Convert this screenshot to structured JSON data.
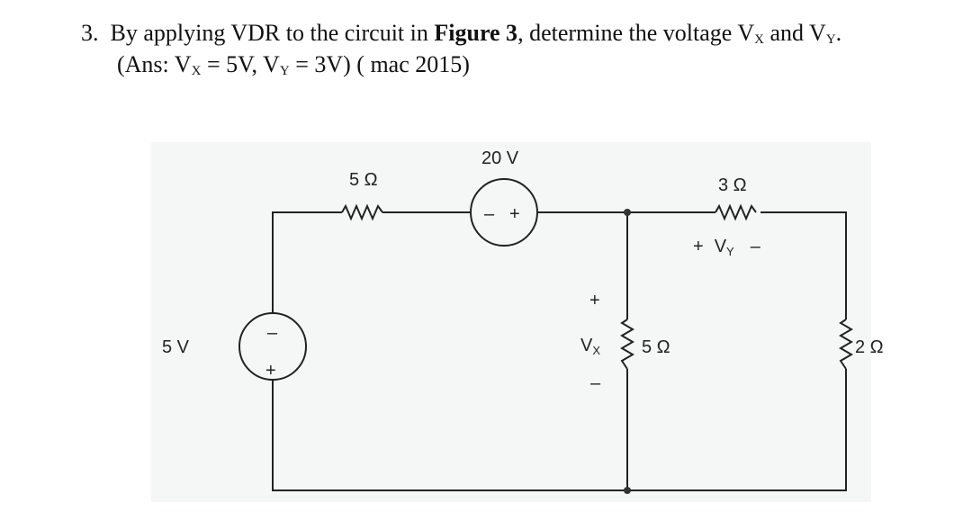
{
  "question": {
    "number": "3.",
    "text_before": "By applying VDR to the circuit in",
    "figure_ref": "Figure 3",
    "text_after": ", determine the voltage V",
    "sub_x": "X",
    "and": " and V",
    "sub_y": "Y",
    "end": ".",
    "answer_open": "(Ans: V",
    "ans_x": " = 5V, V",
    "ans_y": " = 3V) ( mac 2015)"
  },
  "circuit": {
    "r1": "5 Ω",
    "v_series": "20 V",
    "r3": "3 Ω",
    "vy_plus": "+",
    "vy": "V",
    "vy_sub": "Y",
    "vy_minus": "–",
    "v_source": "5 V",
    "src_minus": "–",
    "src_plus": "+",
    "vx_plus": "+",
    "vx": "V",
    "vx_sub": "X",
    "vx_minus": "–",
    "r_mid": "5 Ω",
    "r_right": "2 Ω",
    "s20_minus": "–",
    "s20_plus": "+"
  }
}
